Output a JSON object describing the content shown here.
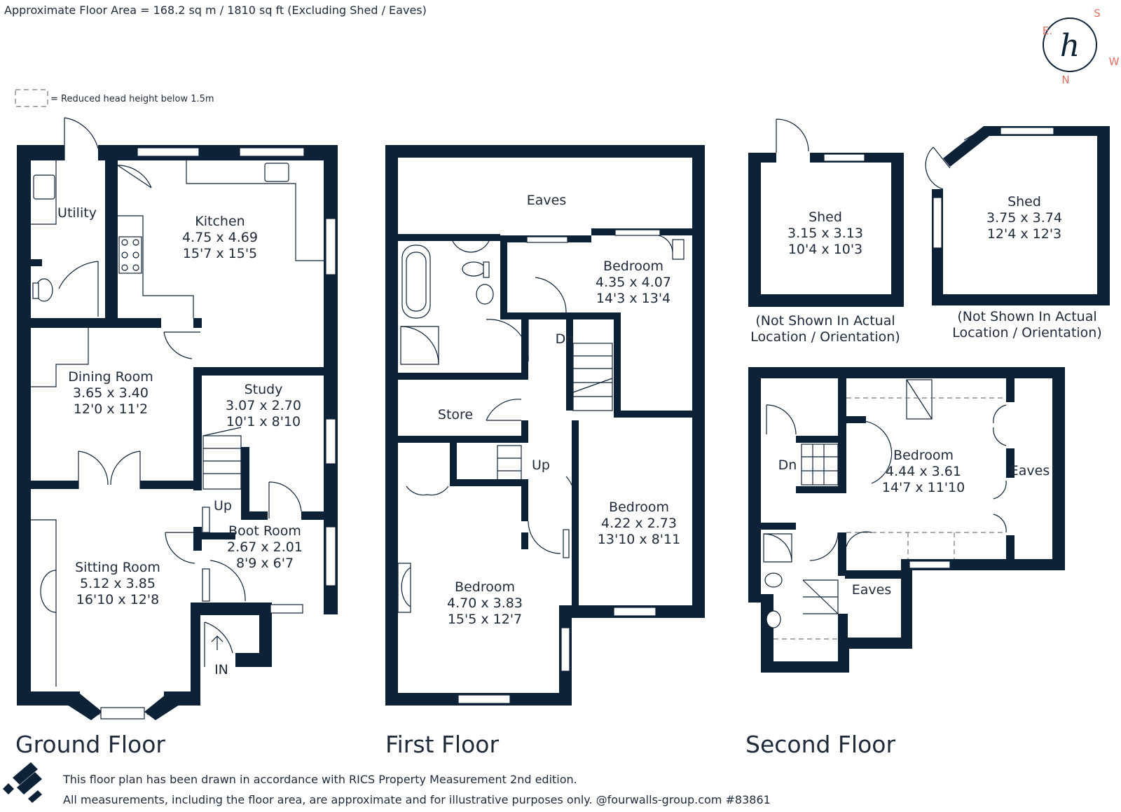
{
  "header": {
    "floor_area": "Approximate Floor Area = 168.2 sq m / 1810 sq ft (Excluding Shed / Eaves)",
    "legend": "= Reduced head height below 1.5m"
  },
  "compass": {
    "s": "S",
    "e": "E.",
    "w": "W",
    "n": "N",
    "logo": "h"
  },
  "floors": {
    "ground": "Ground Floor",
    "first": "First Floor",
    "second": "Second Floor"
  },
  "rooms": {
    "utility": {
      "name": "Utility"
    },
    "kitchen": {
      "name": "Kitchen",
      "metric": "4.75 x 4.69",
      "imperial": "15'7 x 15'5"
    },
    "dining": {
      "name": "Dining Room",
      "metric": "3.65 x 3.40",
      "imperial": "12'0 x 11'2"
    },
    "study": {
      "name": "Study",
      "metric": "3.07 x 2.70",
      "imperial": "10'1 x 8'10"
    },
    "sitting": {
      "name": "Sitting Room",
      "metric": "5.12 x 3.85",
      "imperial": "16'10 x 12'8"
    },
    "boot": {
      "name": "Boot Room",
      "metric": "2.67 x 2.01",
      "imperial": "8'9 x 6'7"
    },
    "ground_up": "Up",
    "entrance": "IN",
    "first_eaves": "Eaves",
    "bed1": {
      "name": "Bedroom",
      "metric": "4.35 x 4.07",
      "imperial": "14'3 x 13'4"
    },
    "store": "Store",
    "first_dn": "Dn",
    "first_up": "Up",
    "bed2": {
      "name": "Bedroom",
      "metric": "4.22 x 2.73",
      "imperial": "13'10 x 8'11"
    },
    "bed3": {
      "name": "Bedroom",
      "metric": "4.70 x 3.83",
      "imperial": "15'5 x 12'7"
    },
    "shed1": {
      "name": "Shed",
      "metric": "3.15 x 3.13",
      "imperial": "10'4 x 10'3",
      "note1": "(Not Shown In Actual",
      "note2": "Location / Orientation)"
    },
    "shed2": {
      "name": "Shed",
      "metric": "3.75 x 3.74",
      "imperial": "12'4 x 12'3",
      "note1": "(Not Shown In Actual",
      "note2": "Location / Orientation)"
    },
    "bed4": {
      "name": "Bedroom",
      "metric": "4.44 x 3.61",
      "imperial": "14'7 x 11'10"
    },
    "second_eaves_right": "Eaves",
    "second_eaves_bottom": "Eaves",
    "second_dn": "Dn"
  },
  "footer": {
    "line1": "This floor plan has been drawn in accordance with RICS Property Measurement 2nd edition.",
    "line2": "All measurements, including the floor area, are approximate and for illustrative purposes only. @fourwalls-group.com #83861"
  }
}
